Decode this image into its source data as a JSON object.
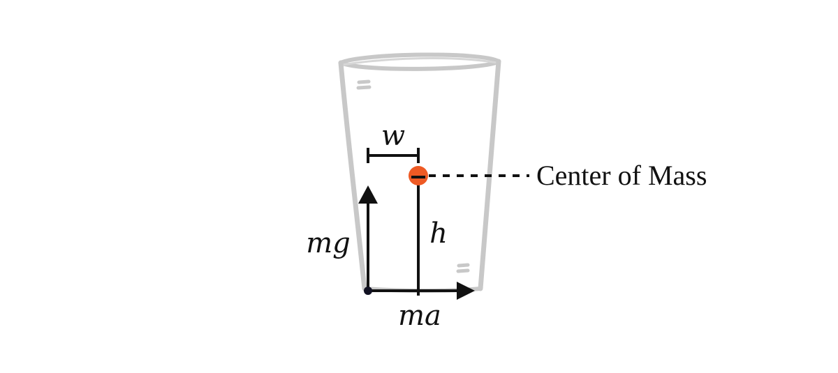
{
  "labels": {
    "center_of_mass": "Center of Mass",
    "width": "w",
    "height": "h",
    "weight_force": "mg",
    "accel_force": "ma"
  },
  "colors": {
    "cup_outline": "#c8c8c8",
    "center_of_mass": "#ee5a24",
    "ink": "#111111"
  }
}
